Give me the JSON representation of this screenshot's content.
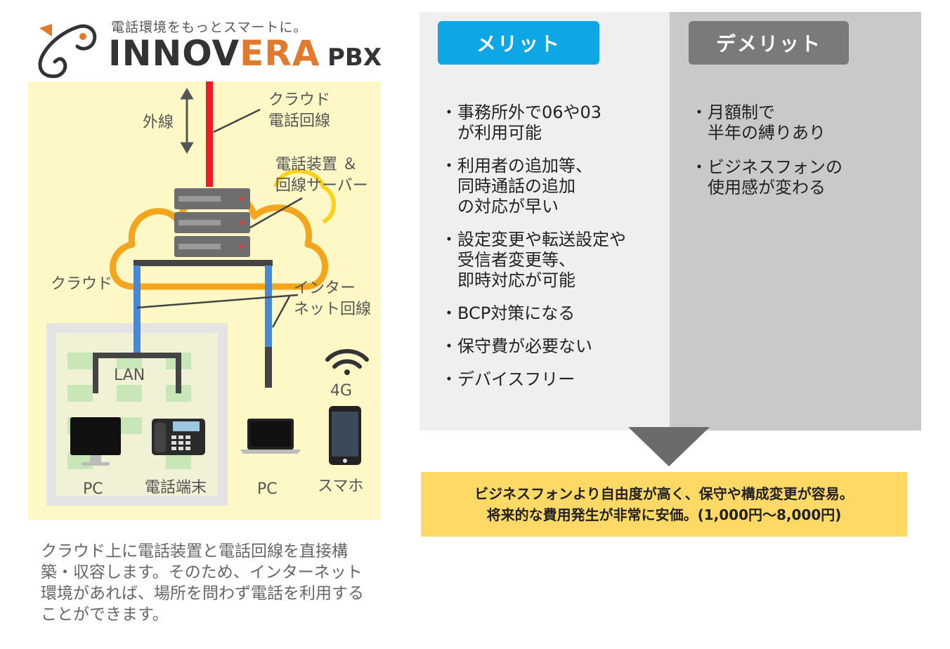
{
  "logo": {
    "tagline": "電話環境をもっとスマートに。",
    "name_part1": "INNOV",
    "name_part2": "ERA",
    "suffix": "PBX",
    "icon": "telephone-handset-icon"
  },
  "diagram": {
    "labels": {
      "outside_line": "外線",
      "cloud_line": "クラウド\n電話回線",
      "device_server": "電話装置 ＆\n回線サーバー",
      "cloud": "クラウド",
      "internet_line": "インター\nネット回線",
      "lan": "LAN",
      "4g": "4G",
      "pc1": "PC",
      "phone_terminal": "電話端末",
      "pc2": "PC",
      "smartphone": "スマホ"
    },
    "colors": {
      "background": "#fdf8c5",
      "red_line": "#ee1c24",
      "blue_line": "#4a88d4",
      "cloud": "#f2a51d"
    }
  },
  "description": "クラウド上に電話装置と電話回線を直接構築・収容します。そのため、インターネット環境があれば、場所を問わず電話を利用することができます。",
  "merit": {
    "header": "メリット",
    "color": "#0fa6e6",
    "items": [
      "事務所外で06や03\nが利用可能",
      "利用者の追加等、\n同時通話の追加\nの対応が早い",
      "設定変更や転送設定や\n受信者変更等、\n即時対応が可能",
      "BCP対策になる",
      "保守費が必要ない",
      "デバイスフリー"
    ]
  },
  "demerit": {
    "header": "デメリット",
    "color": "#7a7a7a",
    "items": [
      "月額制で\n半年の縛りあり",
      "ビジネスフォンの\n使用感が変わる"
    ]
  },
  "summary": {
    "line1": "ビジネスフォンより自由度が高く、保守や構成変更が容易。",
    "line2": "将来的な費用発生が非常に安価。(1,000円〜8,000円)",
    "color": "#ffd966"
  }
}
